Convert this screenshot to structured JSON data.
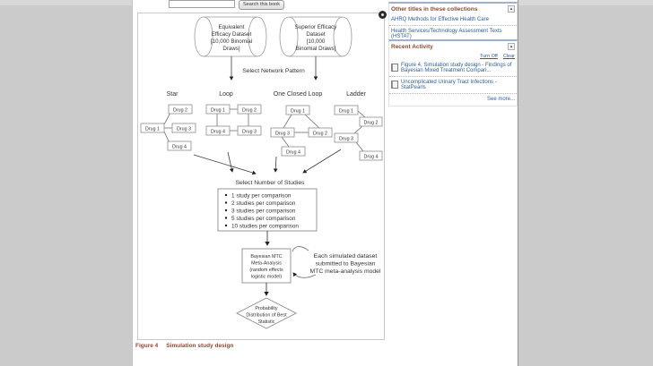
{
  "search": {
    "button_label": "Search this book",
    "input_value": ""
  },
  "figure": {
    "datasets": {
      "left": {
        "lines": [
          "Equivalent",
          "Efficacy Dataset",
          "[10,000 Binomial",
          "Draws]"
        ]
      },
      "right": {
        "lines": [
          "Superior Efficacy",
          "Dataset",
          "[10,000",
          "Binomial Draws]"
        ]
      }
    },
    "select_network_label": "Select Network Pattern",
    "networks": {
      "star": {
        "title": "Star",
        "nodes": [
          "Drug 2",
          "Drug 1",
          "Drug 3",
          "Drug 4"
        ]
      },
      "loop": {
        "title": "Loop",
        "nodes": [
          "Drug 1",
          "Drug 2",
          "Drug 4",
          "Drug 3"
        ]
      },
      "ocl": {
        "title": "One Closed Loop",
        "nodes": [
          "Drug 1",
          "Drug 3",
          "Drug 2",
          "Drug 4"
        ]
      },
      "ladder": {
        "title": "Ladder",
        "nodes": [
          "Drug 1",
          "Drug 2",
          "Drug 3",
          "Drug 4"
        ]
      }
    },
    "select_studies_label": "Select Number of Studies",
    "studies": [
      "1 study per comparison",
      "2 studies per comparison",
      "3 studies per comparison",
      "5 studies per comparison",
      "10 studies per comparison"
    ],
    "analysis_box": {
      "lines": [
        "Bayesian MTC",
        "Meta-Analysis",
        "(random effects",
        "logistic model)"
      ]
    },
    "annotation": {
      "lines": [
        "Each simulated dataset",
        "submitted to Bayesian",
        "MTC meta-analysis model"
      ]
    },
    "diamond": {
      "lines": [
        "Probability",
        "Distribution of Best",
        "Statistic"
      ]
    }
  },
  "caption": {
    "label": "Figure 4",
    "text": "Simulation study design"
  },
  "sidebar": {
    "collections": {
      "title": "Other titles in these collections",
      "items": [
        "AHRQ Methods for Effective Health Care",
        "Health Services/Technology Assessment Texts (HSTAT)"
      ]
    },
    "recent": {
      "title": "Recent Activity",
      "turn_off": "Turn Off",
      "clear": "Clear",
      "items": [
        "Figure 4, Simulation study design - Findings of Bayesian Mixed Treatment Compari...",
        "Uncomplicated Urinary Tract Infections - StatPearls"
      ],
      "see_more": "See more..."
    }
  },
  "icons": {
    "collapse_arrow": "▴"
  },
  "colors": {
    "link_blue": "#2f5d94",
    "portlet_title_maroon": "#8a4a32",
    "caption_maroon": "#9a452f",
    "page_bg": "#ffffff",
    "outer_bg": "#cbcbcb"
  }
}
